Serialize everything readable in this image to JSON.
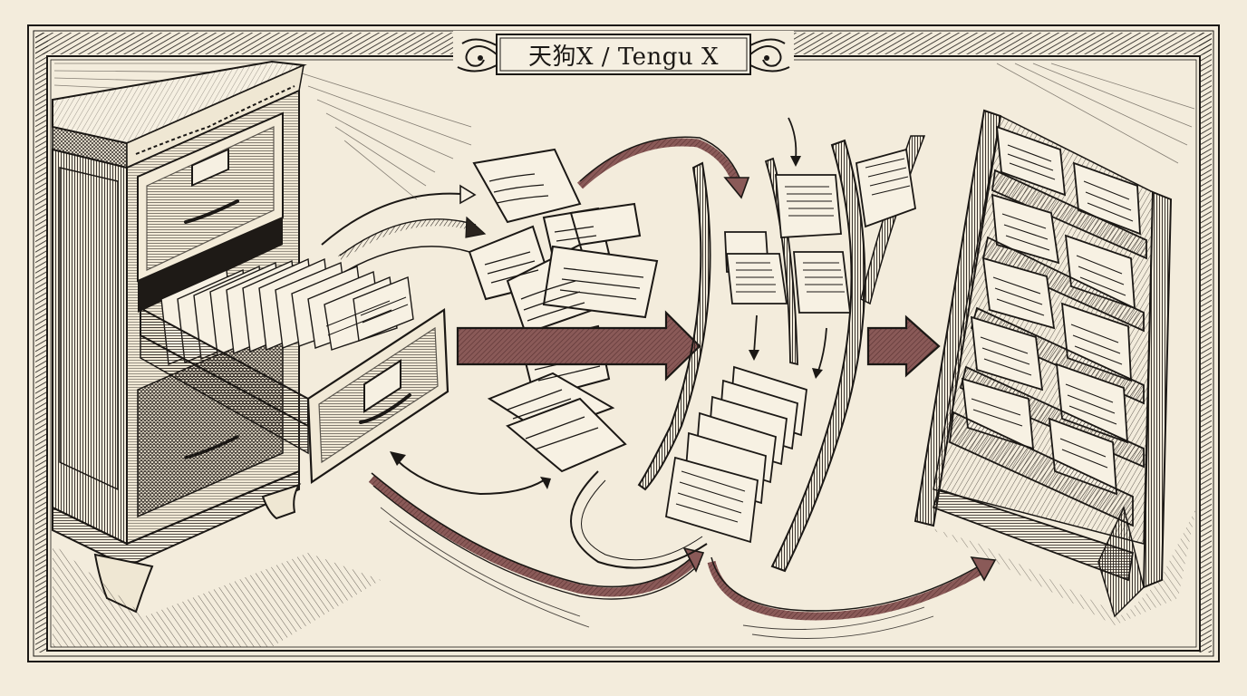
{
  "title": "天狗X / Tengu X",
  "colors": {
    "paper": "#f3ecdc",
    "ink": "#1b1815",
    "accent_arrow": "#7a4a4a",
    "hatch": "#3a332d"
  },
  "scene": {
    "stages": [
      {
        "id": "source",
        "label": "filing-cabinet",
        "description": "Ornate filing cabinet with open drawer full of index cards"
      },
      {
        "id": "scatter",
        "label": "scattered-papers",
        "description": "Loose handwritten papers flying between stages"
      },
      {
        "id": "sorter",
        "label": "curved-sorting-channel",
        "description": "Curved track with dividers sorting cards into a tray"
      },
      {
        "id": "output",
        "label": "display-rack",
        "description": "Tiered literature rack holding organized sheets"
      }
    ],
    "flows": [
      {
        "from": "source",
        "to": "scatter",
        "style": "thin-arrows"
      },
      {
        "from": "scatter",
        "to": "sorter",
        "style": "maroon-arrow"
      },
      {
        "from": "sorter",
        "to": "output",
        "style": "maroon-arrow"
      },
      {
        "from": "source",
        "to": "output",
        "style": "lower-swoop-arrows"
      }
    ]
  }
}
